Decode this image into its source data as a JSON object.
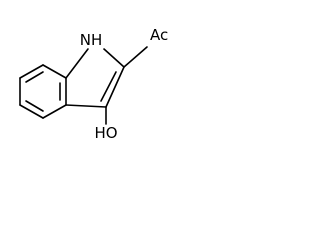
{
  "molecule": {
    "labels": {
      "nh": "NH",
      "oh": "HO",
      "acetyl": "Ac"
    }
  }
}
